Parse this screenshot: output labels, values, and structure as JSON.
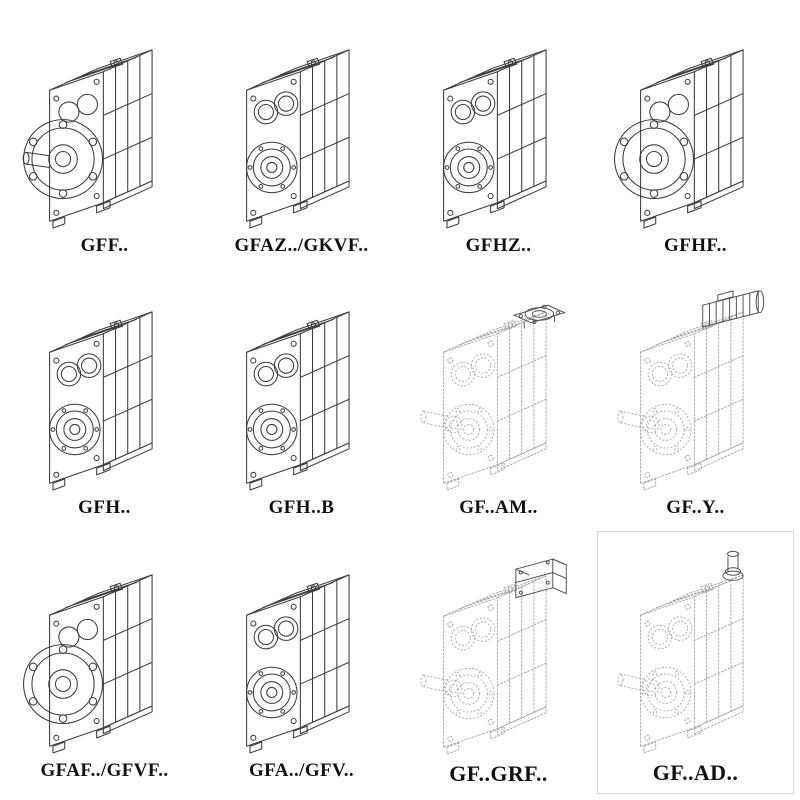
{
  "page": {
    "background": "#ffffff"
  },
  "colors": {
    "solid_line": "#3d3d3d",
    "dashed_line": "#a6a6a6",
    "accessory_line": "#4a4a4a",
    "label_text": "#111111",
    "highlight_border": "#d6d6d6"
  },
  "cells": [
    {
      "label": "GFF..",
      "drawing": "flange-mounted-gearbox-with-shaft",
      "line_style": "solid"
    },
    {
      "label": "GFAZ../GKVF..",
      "drawing": "hollow-bore-gearbox",
      "line_style": "solid"
    },
    {
      "label": "GFHZ..",
      "drawing": "hollow-bore-gearbox",
      "line_style": "solid"
    },
    {
      "label": "GFHF..",
      "drawing": "flange-mounted-gearbox",
      "line_style": "solid"
    },
    {
      "label": "GFH..",
      "drawing": "hollow-bore-gearbox",
      "line_style": "solid"
    },
    {
      "label": "GFH..B",
      "drawing": "hollow-bore-gearbox",
      "line_style": "solid"
    },
    {
      "label": "GF..AM..",
      "drawing": "gearbox-with-input-flange",
      "line_style": "dashed"
    },
    {
      "label": "GF..Y..",
      "drawing": "gearbox-with-motor",
      "line_style": "dashed"
    },
    {
      "label": "GFAF../GFVF..",
      "drawing": "flange-mounted-gearbox",
      "line_style": "solid"
    },
    {
      "label": "GFA../GFV..",
      "drawing": "hollow-bore-gearbox",
      "line_style": "solid"
    },
    {
      "label": "GF..GRF..",
      "drawing": "gearbox-with-input-adapter",
      "line_style": "dashed"
    },
    {
      "label": "GF..AD..",
      "drawing": "gearbox-with-free-input-shaft",
      "line_style": "dashed"
    }
  ]
}
